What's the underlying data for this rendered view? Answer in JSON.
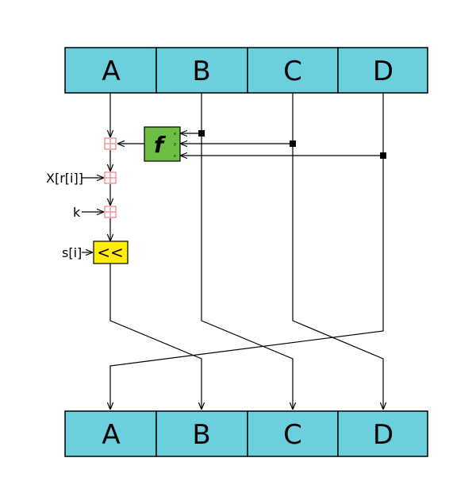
{
  "registers_top": [
    "A",
    "B",
    "C",
    "D"
  ],
  "registers_bottom": [
    "A",
    "B",
    "C",
    "D"
  ],
  "inputs": {
    "message": "X[r[i]]",
    "constant": "k",
    "shift": "s[i]"
  },
  "function_block": {
    "label": "f",
    "ports": [
      "x",
      "y",
      "z"
    ]
  },
  "shift_block": {
    "label": "<<"
  },
  "colors": {
    "register_fill": "#6ccfdd",
    "function_fill": "#6fbe44",
    "shift_fill": "#ffee00",
    "adder_stroke": "#f08080",
    "line": "#000000"
  }
}
